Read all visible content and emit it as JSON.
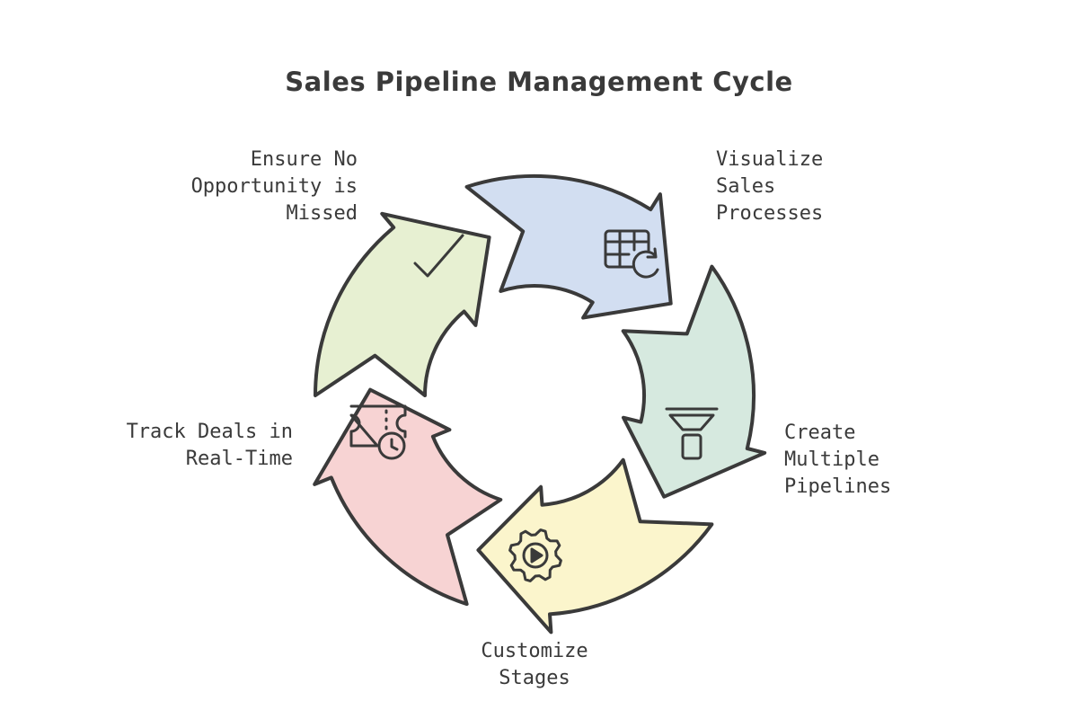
{
  "title": "Sales Pipeline Management Cycle",
  "steps": [
    {
      "label": "Visualize\nSales\nProcesses",
      "icon": "table-refresh-icon",
      "color": "#d2def1"
    },
    {
      "label": "Create\nMultiple\nPipelines",
      "icon": "funnel-icon",
      "color": "#d6e9df"
    },
    {
      "label": "Customize\nStages",
      "icon": "gear-play-icon",
      "color": "#fbf5cc"
    },
    {
      "label": "Track Deals in\nReal-Time",
      "icon": "ticket-clock-icon",
      "color": "#f7d3d3"
    },
    {
      "label": "Ensure No\nOpportunity is\nMissed",
      "icon": "checkmark-icon",
      "color": "#e7f0d2"
    }
  ]
}
